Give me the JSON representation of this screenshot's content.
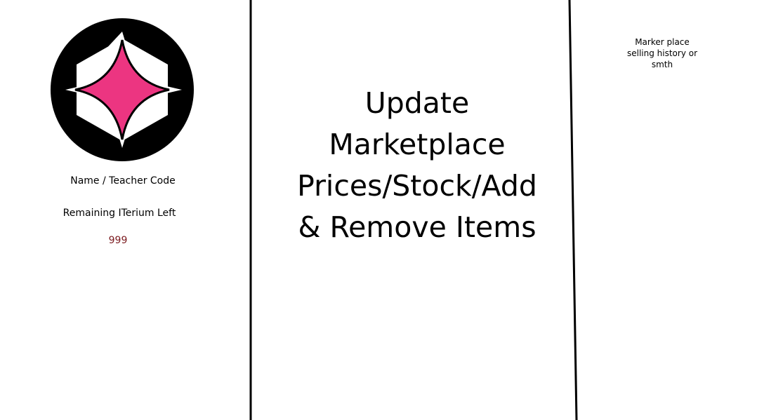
{
  "colors": {
    "logo_ring": "#000000",
    "logo_star": "#ec3581",
    "iterium_value_color": "#7b1a1f"
  },
  "profile": {
    "logo_icon": "pink-four-point-star-badge-icon",
    "name_label": "Name / Teacher Code",
    "iterium_label": "Remaining ITerium Left",
    "iterium_value": "999"
  },
  "main": {
    "heading_lines": [
      "Update",
      "Marketplace",
      "Prices/Stock/Add",
      "& Remove Items"
    ]
  },
  "history": {
    "note_lines": [
      "Marker place",
      "selling history or",
      "smth"
    ]
  }
}
